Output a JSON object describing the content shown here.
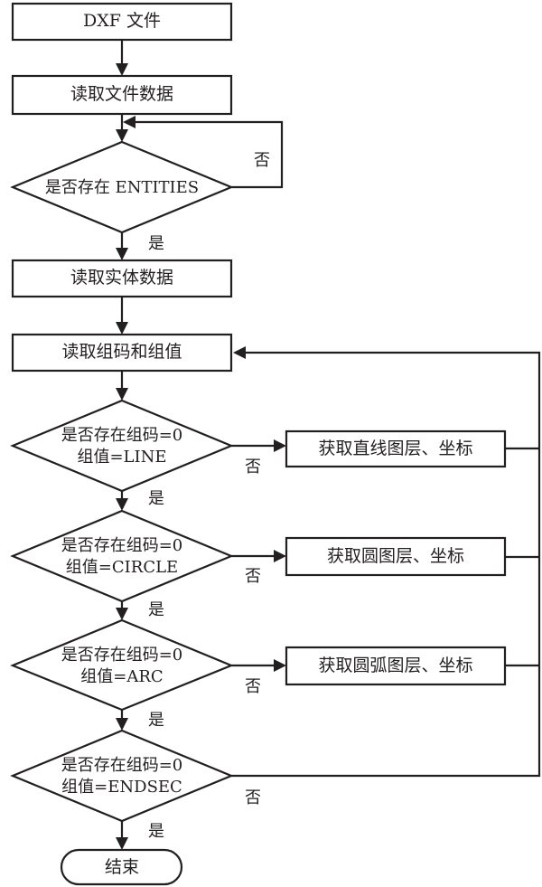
{
  "diagram": {
    "type": "flowchart",
    "nodes": {
      "start": {
        "kind": "process",
        "label": "DXF 文件"
      },
      "read_file": {
        "kind": "process",
        "label": "读取文件数据"
      },
      "check_entities": {
        "kind": "decision",
        "label": "是否存在 ENTITIES"
      },
      "read_entities": {
        "kind": "process",
        "label": "读取实体数据"
      },
      "read_group": {
        "kind": "process",
        "label": "读取组码和组值"
      },
      "check_line": {
        "kind": "decision",
        "line1": "是否存在组码=0",
        "line2": "组值=LINE"
      },
      "get_line": {
        "kind": "process",
        "label": "获取直线图层、坐标"
      },
      "check_circle": {
        "kind": "decision",
        "line1": "是否存在组码=0",
        "line2": "组值=CIRCLE"
      },
      "get_circle": {
        "kind": "process",
        "label": "获取圆图层、坐标"
      },
      "check_arc": {
        "kind": "decision",
        "line1": "是否存在组码=0",
        "line2": "组值=ARC"
      },
      "get_arc": {
        "kind": "process",
        "label": "获取圆弧图层、坐标"
      },
      "check_endsec": {
        "kind": "decision",
        "line1": "是否存在组码=0",
        "line2": "组值=ENDSEC"
      },
      "end": {
        "kind": "terminal",
        "label": "结束"
      }
    },
    "edge_labels": {
      "yes": "是",
      "no": "否"
    },
    "edges": [
      {
        "from": "start",
        "to": "read_file"
      },
      {
        "from": "read_file",
        "to": "check_entities"
      },
      {
        "from": "check_entities",
        "to": "check_entities",
        "label": "否"
      },
      {
        "from": "check_entities",
        "to": "read_entities",
        "label": "是"
      },
      {
        "from": "read_entities",
        "to": "read_group"
      },
      {
        "from": "read_group",
        "to": "check_line"
      },
      {
        "from": "check_line",
        "to": "get_line",
        "label": "否"
      },
      {
        "from": "check_line",
        "to": "check_circle",
        "label": "是"
      },
      {
        "from": "check_circle",
        "to": "get_circle",
        "label": "否"
      },
      {
        "from": "check_circle",
        "to": "check_arc",
        "label": "是"
      },
      {
        "from": "check_arc",
        "to": "get_arc",
        "label": "否"
      },
      {
        "from": "check_arc",
        "to": "check_endsec",
        "label": "是"
      },
      {
        "from": "check_endsec",
        "to": "end",
        "label": "是"
      },
      {
        "from": "check_endsec",
        "to": "read_group",
        "label": "否"
      },
      {
        "from": "get_line",
        "to": "read_group"
      },
      {
        "from": "get_circle",
        "to": "read_group"
      },
      {
        "from": "get_arc",
        "to": "read_group"
      }
    ]
  }
}
